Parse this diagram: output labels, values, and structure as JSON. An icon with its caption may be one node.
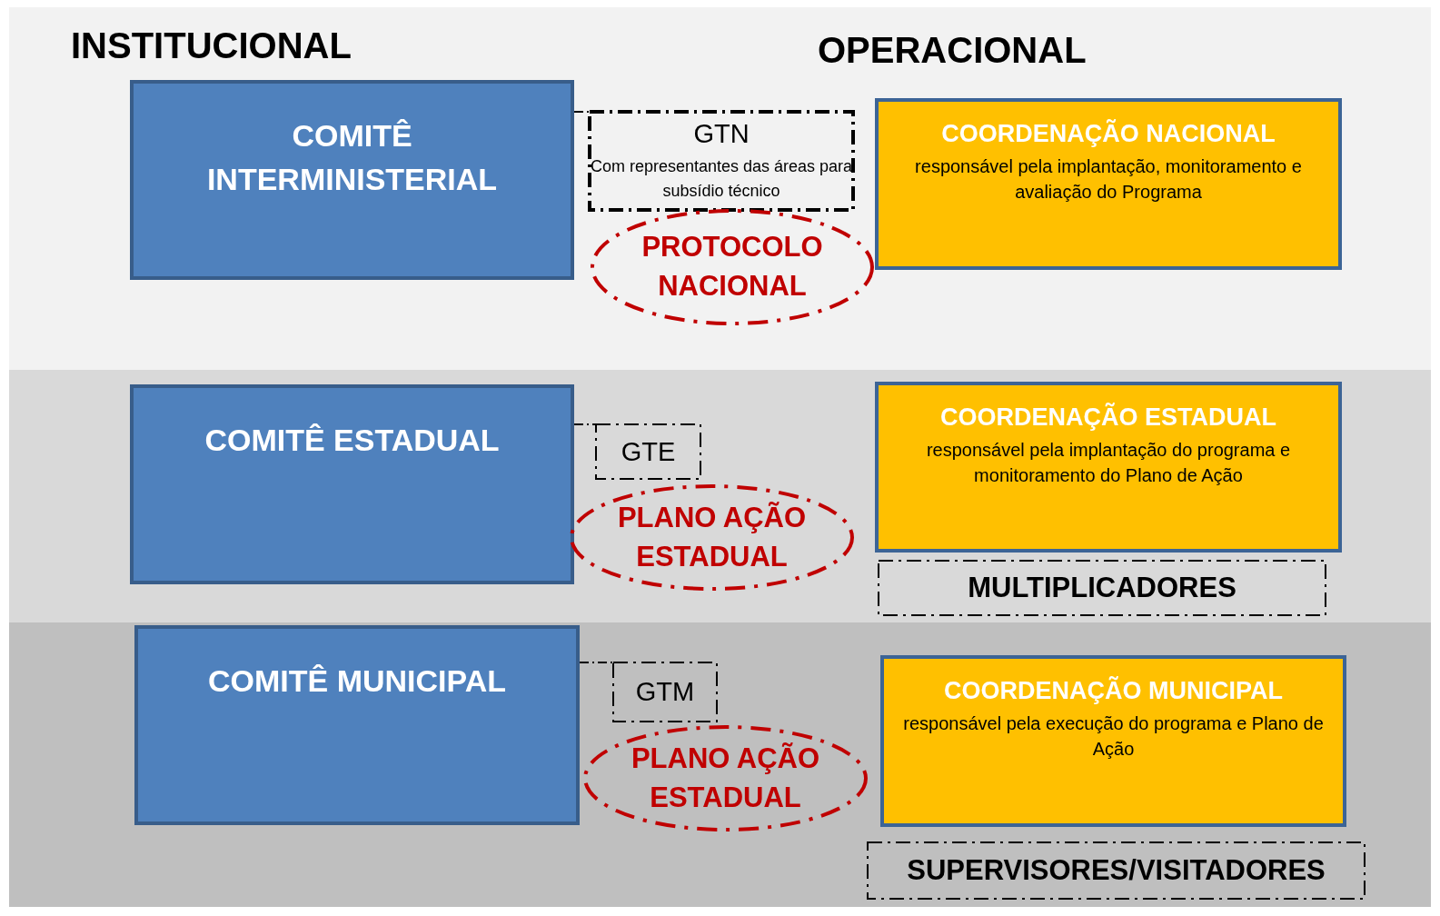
{
  "diagram": {
    "nodes": [
      {
        "text": [
          "COMITÊ INTERMINISTERIAL"
        ]
      },
      {
        "text": [
          "GTN",
          "Com representantes das áreas para subsídio técnico"
        ]
      },
      {
        "text": [
          "PROTOCOLO NACIONAL"
        ]
      },
      {
        "text": [
          "COORDENAÇÃO NACIONAL",
          "responsável pela implantação, monitoramento e avaliação do Programa"
        ]
      },
      {
        "text": [
          "COMITÊ ESTADUAL"
        ]
      },
      {
        "text": [
          "GTE"
        ]
      },
      {
        "text": [
          "PLANO AÇÃO ESTADUAL"
        ]
      },
      {
        "text": [
          "COORDENAÇÃO ESTADUAL",
          "responsável pela implantação do programa e monitoramento do Plano de Ação"
        ]
      },
      {
        "text": [
          "MULTIPLICADORES"
        ]
      },
      {
        "text": [
          "COMITÊ MUNICIPAL"
        ]
      },
      {
        "text": [
          "GTM"
        ]
      },
      {
        "text": [
          "PLANO AÇÃO ESTADUAL"
        ]
      },
      {
        "text": [
          "COORDENAÇÃO MUNICIPAL",
          "responsável pela execução do programa e Plano de Ação"
        ]
      },
      {
        "text": [
          "SUPERVISORES/VISITADORES"
        ]
      }
    ],
    "edges": [
      {
        "from": 0,
        "to": 1,
        "arrow": "none",
        "style": "dashed"
      },
      {
        "from": 4,
        "to": 5,
        "arrow": "none",
        "style": "dashed"
      },
      {
        "from": 9,
        "to": 10,
        "arrow": "none",
        "style": "dashed"
      }
    ],
    "labels": [
      "INSTITUCIONAL",
      "OPERACIONAL"
    ]
  }
}
